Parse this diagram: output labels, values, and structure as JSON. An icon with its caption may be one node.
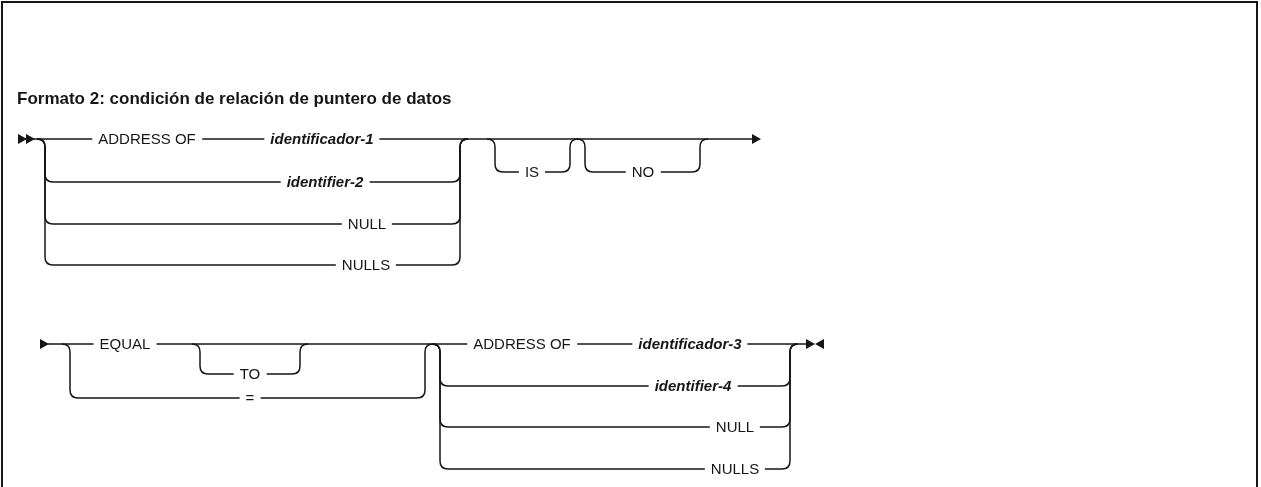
{
  "diagram": {
    "title": "Formato 2: condición de relación de puntero de datos",
    "labels": [
      "ADDRESS OF",
      "identificador-1",
      "identifier-2",
      "NULL",
      "NULLS",
      "IS",
      "NO",
      "EQUAL",
      "TO",
      "=",
      "ADDRESS OF",
      "identificador-3",
      "identifier-4",
      "NULL",
      "NULLS"
    ]
  }
}
